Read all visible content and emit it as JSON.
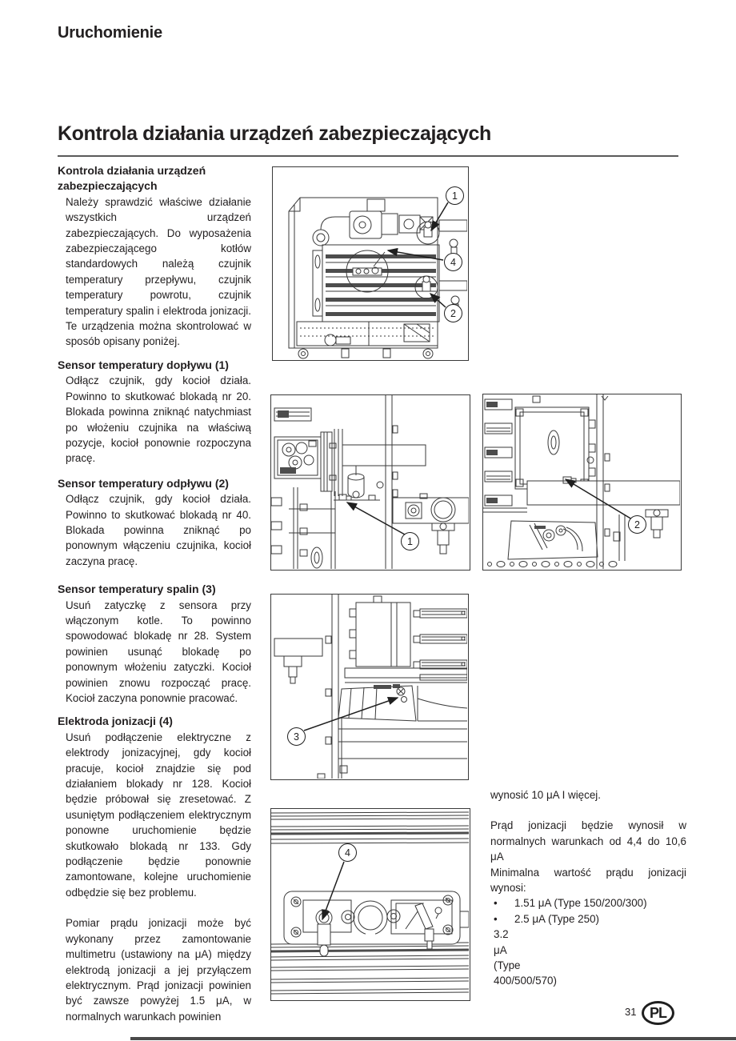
{
  "page": {
    "header": "Uruchomienie",
    "title": "Kontrola działania urządzeń zabezpieczających",
    "footer": {
      "page_number": "31",
      "language_badge": "PL"
    }
  },
  "left_column": {
    "sections": [
      {
        "heading": "Kontrola działania urządzeń zabezpieczających",
        "body": "Należy sprawdzić właściwe działanie wszystkich urządzeń zabezpieczających. Do wyposażenia zabezpieczającego kotłów standardowych należą czujnik temperatury przepływu, czujnik temperatury powrotu, czujnik temperatury spalin i elektroda jonizacji. Te urządzenia można skontrolować w sposób opisany poniżej."
      },
      {
        "heading": "Sensor temperatury dopływu (1)",
        "body": "Odłącz czujnik, gdy kocioł działa. Powinno to skutkować blokadą nr 20. Blokada powinna zniknąć natychmiast po włożeniu czujnika na właściwą pozycje, kocioł ponownie rozpoczyna pracę."
      },
      {
        "heading": "Sensor temperatury odpływu (2)",
        "body": "Odłącz czujnik, gdy kocioł działa. Powinno to skutkować blokadą nr 40. Blokada powinna zniknąć po ponownym włączeniu czujnika, kocioł zaczyna pracę."
      },
      {
        "heading": "Sensor temperatury spalin (3)",
        "body": "Usuń zatyczkę z sensora przy włączonym kotle. To powinno spowodować blokadę nr 28. System powinien usunąć blokadę po ponownym włożeniu zatyczki. Kocioł powinien znowu rozpocząć pracę. Kocioł zaczyna ponownie pracować."
      },
      {
        "heading": "Elektroda jonizacji (4)",
        "body": "Usuń podłączenie elektryczne z elektrody jonizacyjnej, gdy kocioł pracuje, kocioł znajdzie się pod działaniem blokady nr 128. Kocioł będzie próbował się zresetować. Z usuniętym podłączeniem elektrycznym ponowne uruchomienie będzie skutkowało blokadą nr 133. Gdy podłączenie będzie ponownie zamontowane, kolejne uruchomienie odbędzie się bez problemu.",
        "body2": "Pomiar prądu jonizacji może być wykonany przez zamontowanie multimetru (ustawiony na μA) między elektrodą jonizacji a jej przyłączem elektrycznym. Prąd jonizacji powinien być zawsze powyżej 1.5 μA, w normalnych warunkach powinien"
      }
    ]
  },
  "right_column": {
    "paragraph1": "wynosić 10 μA I więcej.",
    "paragraph2": "Prąd jonizacji będzie wynosił w normalnych warunkach od 4,4 do 10,6 μA",
    "paragraph3": "Minimalna wartość prądu jonizacji wynosi:",
    "bullet_char": "•",
    "bullets": [
      "1.51 μA  (Type 150/200/300)",
      "2.5 μA  (Type 250)",
      "3.2 μA  (Type 400/500/570)"
    ]
  },
  "figures": {
    "overview": {
      "callouts": [
        "1",
        "4",
        "2"
      ]
    },
    "supply_sensor": {
      "callouts": [
        "1"
      ]
    },
    "return_sensor": {
      "callouts": [
        "2"
      ]
    },
    "flue_sensor": {
      "callouts": [
        "3"
      ]
    },
    "ionization_electrode": {
      "callouts": [
        "4"
      ]
    }
  }
}
